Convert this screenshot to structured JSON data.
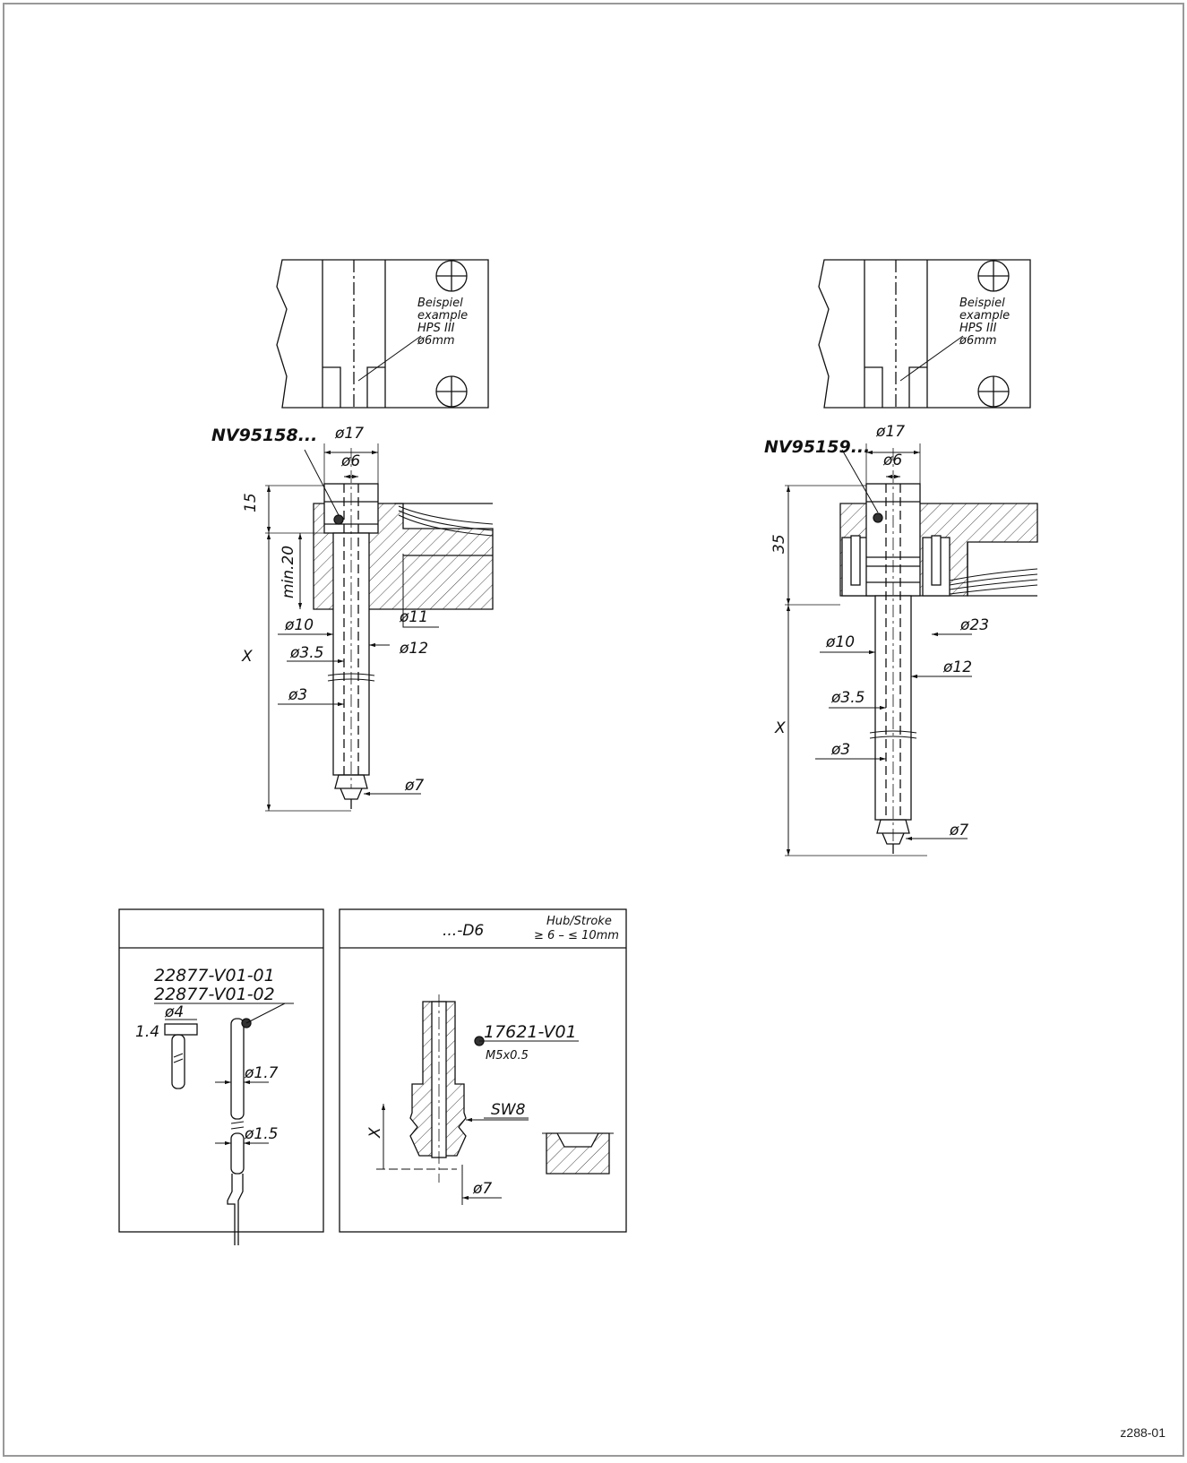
{
  "left_assembly": {
    "example_note": [
      "Beispiel",
      "example",
      "HPS III",
      "ø6mm"
    ],
    "part_number": "NV95158...",
    "dims": {
      "d17": "ø17",
      "d6": "ø6",
      "h15": "15",
      "min20": "min.20",
      "d10": "ø10",
      "d11": "ø11",
      "d12": "ø12",
      "x": "X",
      "d35": "ø3.5",
      "d3": "ø3",
      "d7": "ø7"
    }
  },
  "right_assembly": {
    "example_note": [
      "Beispiel",
      "example",
      "HPS III",
      "ø6mm"
    ],
    "part_number": "NV95159...",
    "dims": {
      "d17": "ø17",
      "d6": "ø6",
      "h35": "35",
      "d23": "ø23",
      "d10": "ø10",
      "d12": "ø12",
      "d35": "ø3.5",
      "x": "X",
      "d3": "ø3",
      "d7": "ø7"
    }
  },
  "pin_box": {
    "part_a": "22877-V01-01",
    "part_b": "22877-V01-02",
    "d4": "ø4",
    "t14": "1.4",
    "d17": "ø1.7",
    "d15": "ø1.5"
  },
  "nozzle_box": {
    "variant": "...-D6",
    "stroke_label": "Hub/Stroke",
    "stroke_range": "≥ 6 – ≤ 10mm",
    "part": "17621-V01",
    "thread": "M5x0.5",
    "wrench": "SW8",
    "x": "X",
    "d7": "ø7"
  },
  "drawing_ref": "z288-01"
}
